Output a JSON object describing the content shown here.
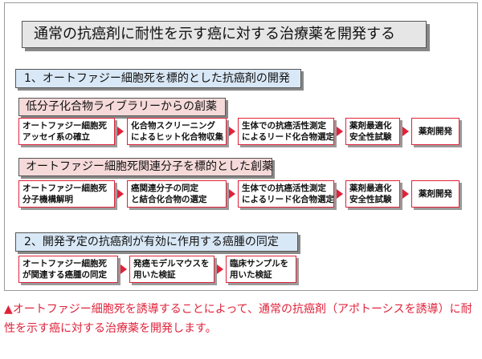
{
  "title": "通常の抗癌剤に耐性を示す癌に対する治療薬を開発する",
  "sections": {
    "s1": "1、オートファジー細胞死を標的とした抗癌剤の開発",
    "s2": "2、開発予定の抗癌剤が有効に作用する癌腫の同定"
  },
  "subsections": {
    "sub1": "低分子化合物ライブラリーからの創薬",
    "sub2": "オートファジー細胞死関連分子を標的とした創薬"
  },
  "flow1": [
    [
      "オートファジー細胞死",
      "アッセイ系の確立"
    ],
    [
      "化合物スクリーニング",
      "によるヒット化合物収集"
    ],
    [
      "生体での抗癌活性測定",
      "によるリード化合物選定"
    ],
    [
      "薬剤最適化",
      "安全性試験"
    ],
    [
      "薬剤開発"
    ]
  ],
  "flow2": [
    [
      "オートファジー細胞死",
      "分子機構解明"
    ],
    [
      "癌関連分子の同定",
      "と結合化合物の選定"
    ],
    [
      "生体での抗癌活性測定",
      "によるリード化合物選定"
    ],
    [
      "薬剤最適化",
      "安全性試験"
    ],
    [
      "薬剤開発"
    ]
  ],
  "flow3": [
    [
      "オートファジー細胞死",
      "が関連する癌腫の同定"
    ],
    [
      "発癌モデルマウスを",
      "用いた検証"
    ],
    [
      "臨床サンプルを",
      "用いた検証"
    ]
  ],
  "caption": "▲オートファジー細胞死を誘導することによって、通常の抗癌剤（アポトーシスを誘導）に耐性を示す癌に対する治療薬を開発します。",
  "colors": {
    "accent": "#e0223a",
    "section_bg": "#d9e8f6",
    "sub_bg": "#f6dada",
    "title_bg": "#e6e6e6"
  }
}
